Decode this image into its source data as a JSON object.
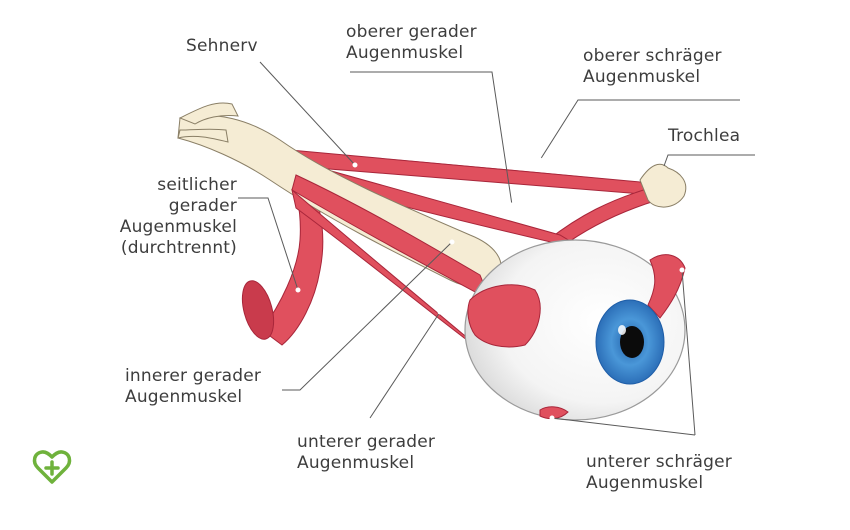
{
  "colors": {
    "muscle": "#e0505e",
    "muscle_dark": "#a8263a",
    "muscle_light": "#f28b93",
    "nerve": "#f5ecd4",
    "iris": "#4a97d8",
    "sclera": "#fbfbfb",
    "leader": "#5a5a5a",
    "logo": "#6fb23c"
  },
  "labels": {
    "sehnerv": [
      "Sehnerv"
    ],
    "oberer_gerader": [
      "oberer gerader",
      "Augenmuskel"
    ],
    "oberer_schraeger": [
      "oberer schräger",
      "Augenmuskel"
    ],
    "trochlea": [
      "Trochlea"
    ],
    "seitlicher": [
      "seitlicher",
      "gerader",
      "Augenmuskel",
      "(durchtrennt)"
    ],
    "innerer": [
      "innerer gerader",
      "Augenmuskel"
    ],
    "unterer_gerader": [
      "unterer gerader",
      "Augenmuskel"
    ],
    "unterer_schraeger": [
      "unterer schräger",
      "Augenmuskel"
    ]
  },
  "logo": {
    "icon": "heart-plus-icon"
  }
}
